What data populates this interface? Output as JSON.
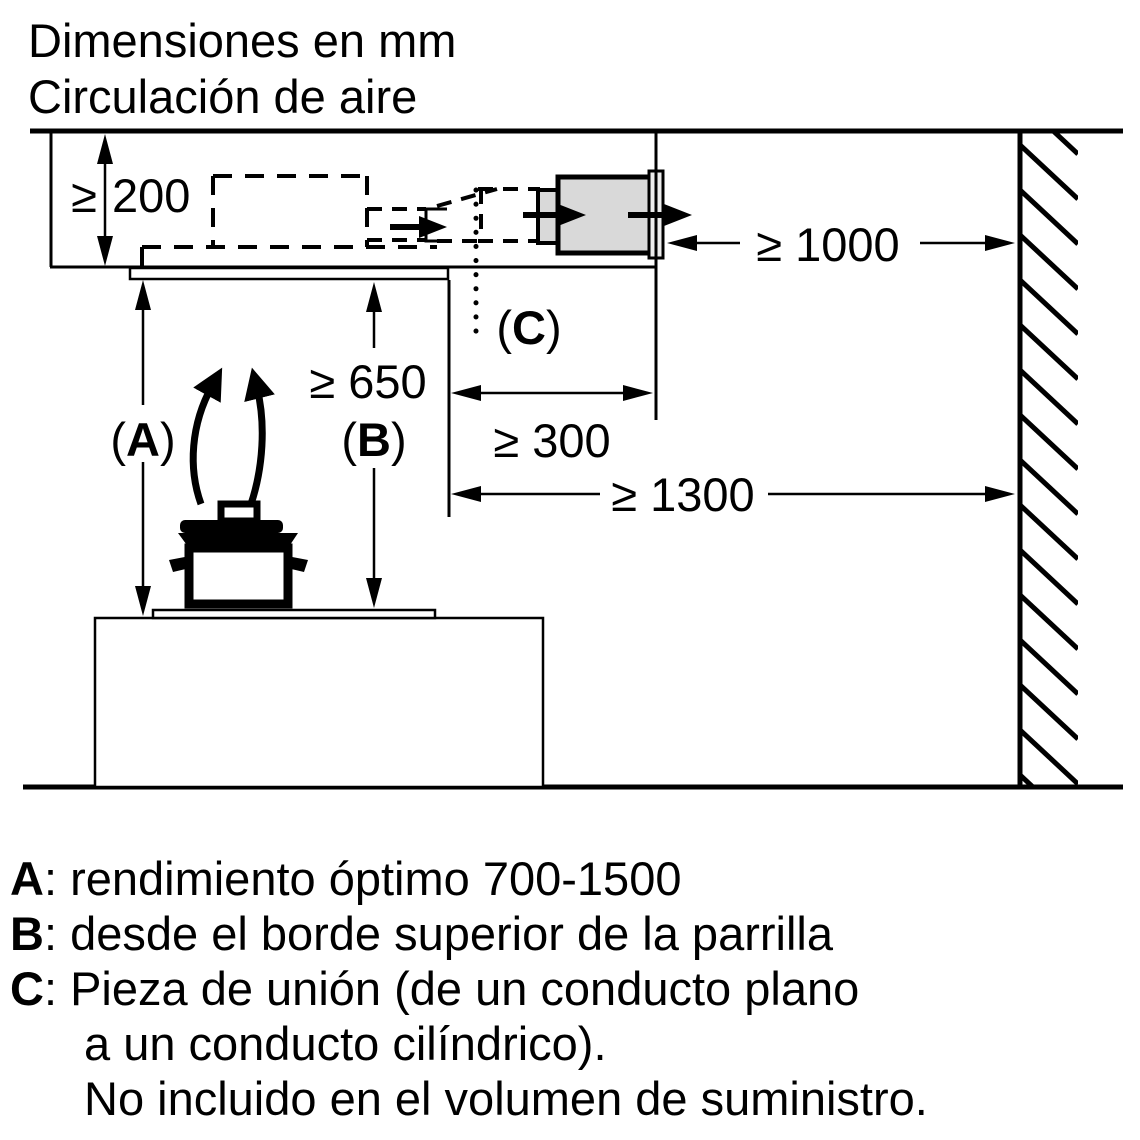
{
  "title": {
    "line1": "Dimensiones en mm",
    "line2": "Circulación de aire"
  },
  "dims": {
    "d200_geq": "≥",
    "d200_value": "200",
    "d650": "≥ 650",
    "d300": "≥ 300",
    "d1000": "≥ 1000",
    "d1300": "≥ 1300"
  },
  "labels": {
    "a": "A",
    "b": "B",
    "c": "C",
    "open": "(",
    "close": ")"
  },
  "legend": {
    "sep": ": ",
    "items": [
      {
        "key": "A",
        "text": "rendimiento óptimo 700-1500"
      },
      {
        "key": "B",
        "text": "desde el borde superior de la parrilla"
      },
      {
        "key": "C",
        "text": "Pieza de unión (de un conducto plano"
      }
    ],
    "cont": [
      "a un conducto cilíndrico).",
      "No incluido en el volumen de suministro."
    ]
  },
  "colors": {
    "ink": "#000000",
    "box_fill": "#d9d9d9",
    "flange_fill": "#ececec",
    "background": "#ffffff"
  }
}
